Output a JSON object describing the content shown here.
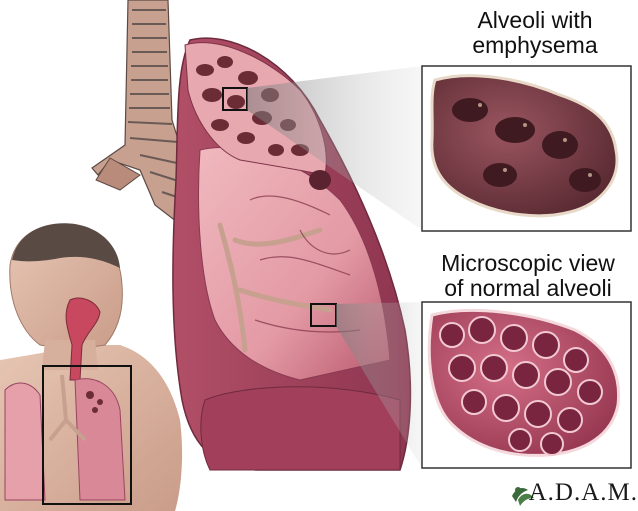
{
  "labels": {
    "emphysema": {
      "line1": "Alveoli with",
      "line2": "emphysema"
    },
    "normal": {
      "line1": "Microscopic view",
      "line2": "of normal alveoli"
    }
  },
  "brand": {
    "text": "A.D.A.M.",
    "logo_icon": "leaf-logo-icon"
  },
  "colors": {
    "lung_light": "#e8a3ab",
    "lung_dark": "#a8475f",
    "airway": "#c9a592",
    "alveoli_emphysema": "#7b3d45",
    "alveoli_normal": "#b84a65"
  }
}
